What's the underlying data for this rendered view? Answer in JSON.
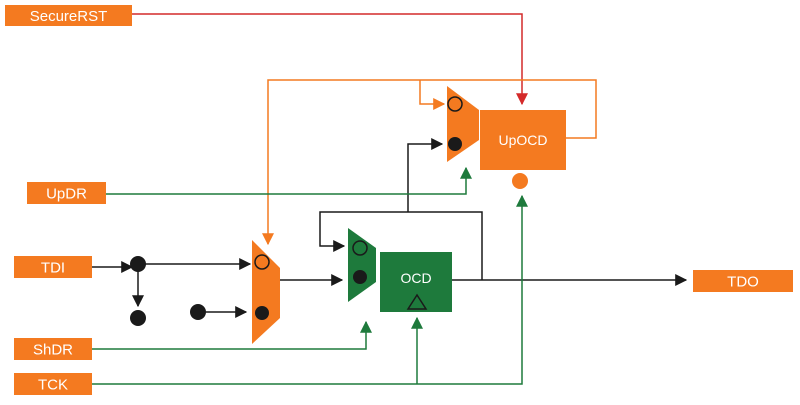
{
  "signals": {
    "secure_rst": "SecureRST",
    "updr": "UpDR",
    "tdi": "TDI",
    "shdr": "ShDR",
    "tck": "TCK",
    "tdo": "TDO"
  },
  "blocks": {
    "upocd": "UpOCD",
    "ocd": "OCD"
  },
  "colors": {
    "orange": "#f47a20",
    "green": "#1e7a3c",
    "red": "#d42a2a",
    "black": "#1a1a1a"
  }
}
